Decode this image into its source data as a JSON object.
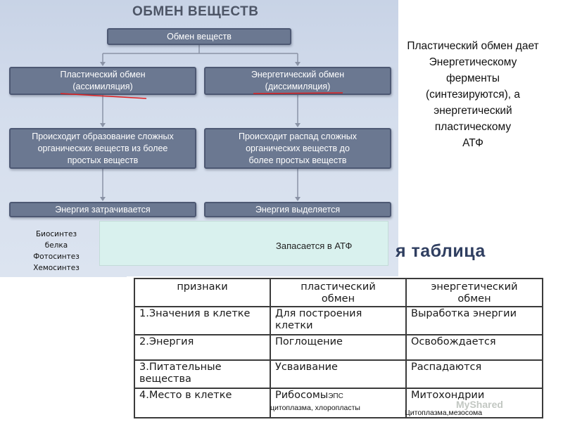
{
  "diagram": {
    "title": "ОБМЕН ВЕЩЕСТВ",
    "root": "Обмен веществ",
    "plastic": {
      "line1": "Пластический обмен",
      "line2": "(ассимиляция)",
      "desc1": "Происходит образование сложных",
      "desc2": "органических веществ из более",
      "desc3": "простых веществ",
      "energy": "Энергия затрачивается"
    },
    "energetic": {
      "line1": "Энергетический обмен",
      "line2": "(диссимиляция)",
      "desc1": "Происходит распад сложных",
      "desc2": "органических веществ до",
      "desc3": "более простых веществ",
      "energy": "Энергия выделяется"
    },
    "box_color": "#6b7891",
    "underline_color": "#e02020"
  },
  "mint_box": {
    "text": "Запасается в АТФ",
    "color": "#d9f1ee"
  },
  "side_list": [
    "Биосинтез",
    "белка",
    "Фотосинтез",
    "Хемосинтез"
  ],
  "right_note": [
    "Пластический обмен дает",
    "Энергетическому",
    "ферменты",
    "(синтезируются), а",
    "энергетический",
    "пластическому",
    "АТФ"
  ],
  "table_title": "я таблица",
  "table": {
    "headers": {
      "c1": "признаки",
      "c2_line1": "пластический",
      "c2_line2": "обмен",
      "c3_line1": "энергетический",
      "c3_line2": "обмен"
    },
    "rows": [
      {
        "c1": "1.Значения в клетке",
        "c2": "Для построения клетки",
        "c3": "Выработка энергии"
      },
      {
        "c1": "2.Энергия",
        "c2": "Поглощение",
        "c3": "Освобождается"
      },
      {
        "c1": "3.Питательные вещества",
        "c2": "Усваивание",
        "c3": "Распадаются"
      },
      {
        "c1": "4.Место в клетке",
        "c2": "Рибосомы",
        "c2_extra": "ЭПС",
        "c3": "Митохондрии"
      }
    ],
    "note_cyto": "цитоплазма, хлоропласты",
    "note_mezo": "Цитоплазма,мезосома"
  },
  "watermark": "MyShared"
}
